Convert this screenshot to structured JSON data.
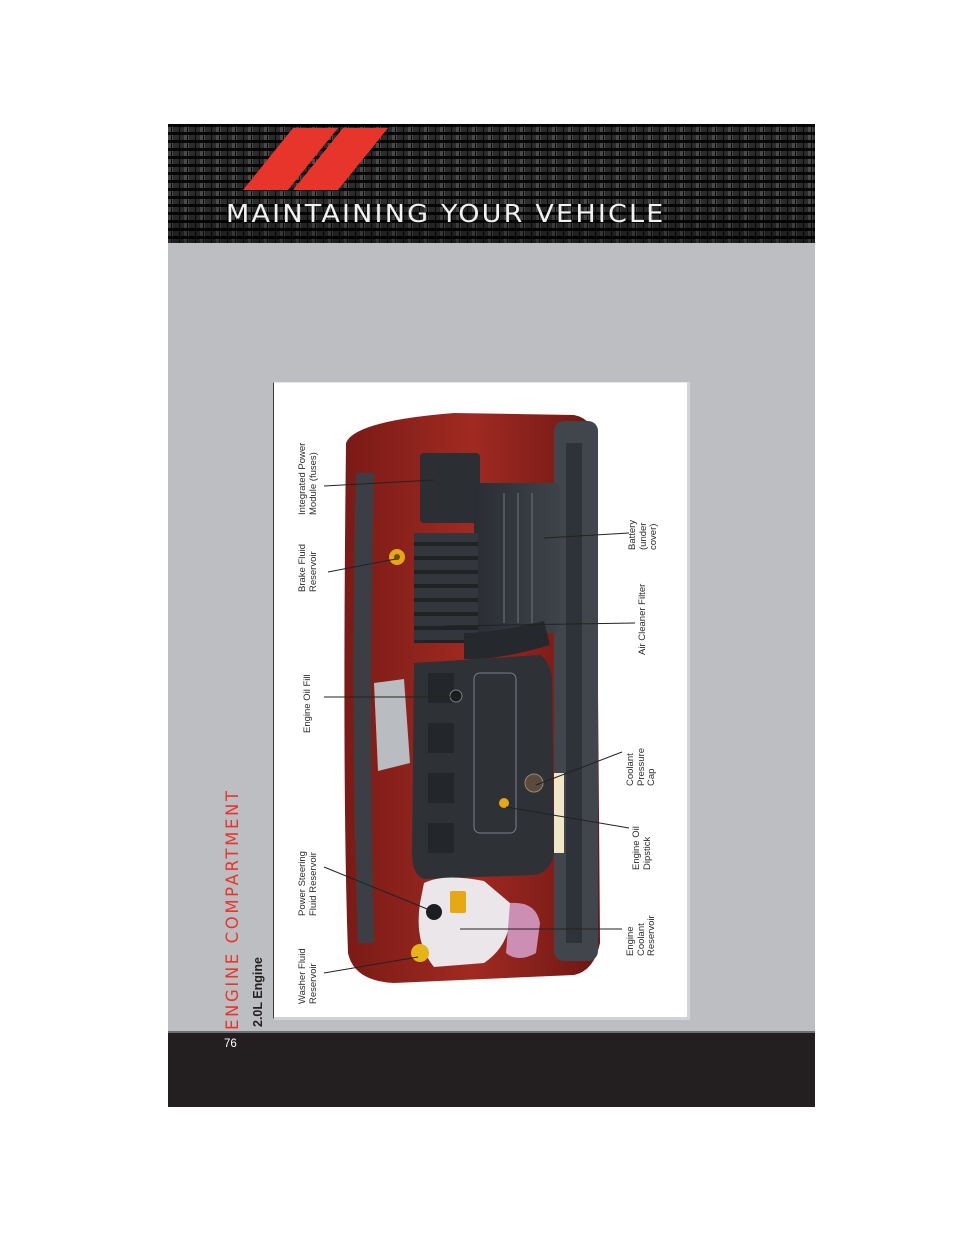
{
  "header": {
    "title": "MAINTAINING YOUR VEHICLE",
    "brand_color": "#e8352b",
    "logo": "double-red-stripe-icon"
  },
  "section": {
    "title": "ENGINE COMPARTMENT",
    "subtitle": "2.0L Engine"
  },
  "figure": {
    "description": "Photo of 2.0L engine compartment viewed from above, rotated 90 degrees",
    "callouts_left": [
      {
        "id": "integrated-power-module",
        "label": "Integrated Power\nModule (fuses)"
      },
      {
        "id": "brake-fluid-reservoir",
        "label": "Brake Fluid\nReservoir"
      },
      {
        "id": "engine-oil-fill",
        "label": "Engine Oil Fill"
      },
      {
        "id": "power-steering-fluid-reservoir",
        "label": "Power Steering\nFluid Reservoir"
      },
      {
        "id": "washer-fluid-reservoir",
        "label": "Washer Fluid\nReservoir"
      }
    ],
    "callouts_right": [
      {
        "id": "battery",
        "label": "Battery\n(under\ncover)"
      },
      {
        "id": "air-cleaner-filter",
        "label": "Air Cleaner Filter"
      },
      {
        "id": "coolant-pressure-cap",
        "label": "Coolant\nPressure\nCap"
      },
      {
        "id": "engine-oil-dipstick",
        "label": "Engine Oil\nDipstick"
      },
      {
        "id": "engine-coolant-reservoir",
        "label": "Engine\nCoolant\nReservoir"
      }
    ]
  },
  "footer": {
    "page_number": "76"
  }
}
